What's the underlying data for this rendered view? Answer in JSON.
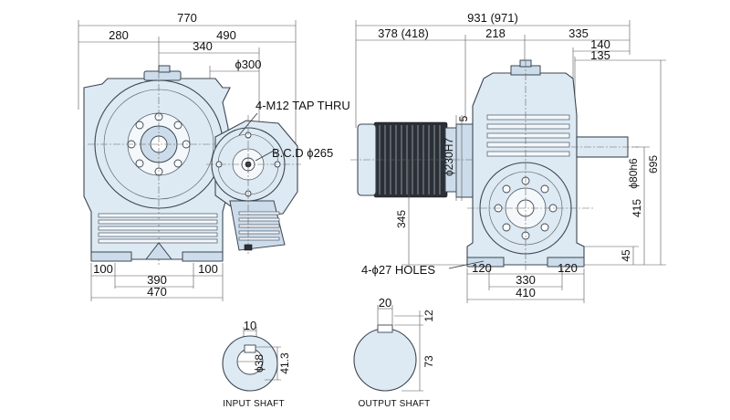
{
  "front_view": {
    "overall_width": "770",
    "left_width": "280",
    "right_width": "490",
    "offset": "340",
    "flange_dia": "ϕ300",
    "tap": "4-M12 TAP THRU",
    "bcd": "B.C.D ϕ265",
    "base_left": "100",
    "base_center": "390",
    "base_right": "100",
    "base_width": "470"
  },
  "side_view": {
    "overall_length": "931 (971)",
    "motor_length": "378 (418)",
    "mid_length": "218",
    "shaft_length": "335",
    "shaft_140": "140",
    "shaft_135": "135",
    "shaft_dia": "ϕ80h6",
    "height_total": "695",
    "height_center": "415",
    "base_height": "45",
    "flange_dia": "ϕ230H7",
    "flange_depth": "5",
    "motor_center_height": "345",
    "holes": "4-ϕ27 HOLES",
    "base_left": "120",
    "base_center": "330",
    "base_right": "120",
    "base_width": "410"
  },
  "input_shaft": {
    "key_width": "10",
    "bore_dia": "ϕ38",
    "height": "41.3",
    "caption": "INPUT SHAFT"
  },
  "output_shaft": {
    "key_width": "20",
    "key_depth": "12",
    "height": "73",
    "caption": "OUTPUT SHAFT"
  }
}
